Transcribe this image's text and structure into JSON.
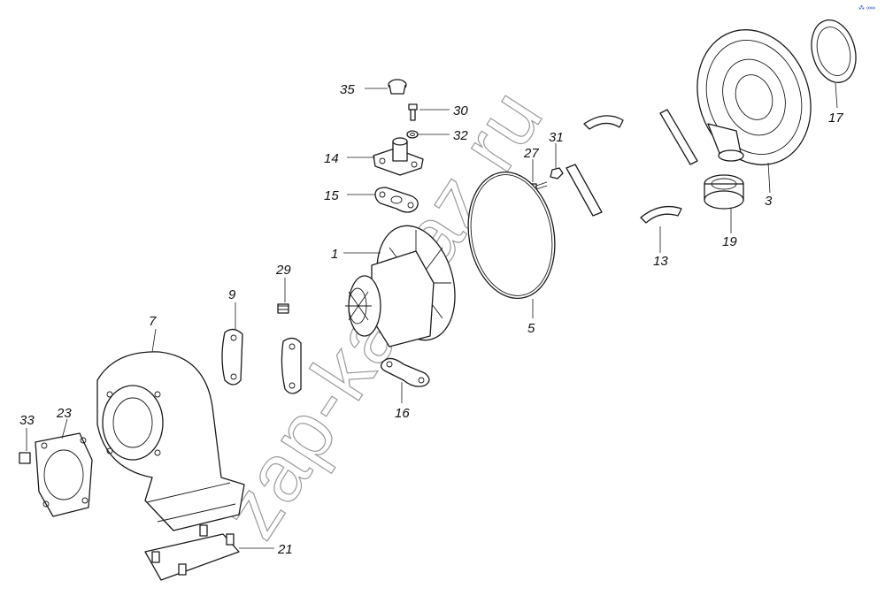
{
  "watermark": "zap-kamaz.ru",
  "corner_mark": "⁂ ∞∞",
  "callouts": [
    "35",
    "30",
    "32",
    "14",
    "15",
    "27",
    "31",
    "1",
    "29",
    "9",
    "7",
    "23",
    "33",
    "21",
    "16",
    "5",
    "13",
    "19",
    "3",
    "17"
  ]
}
